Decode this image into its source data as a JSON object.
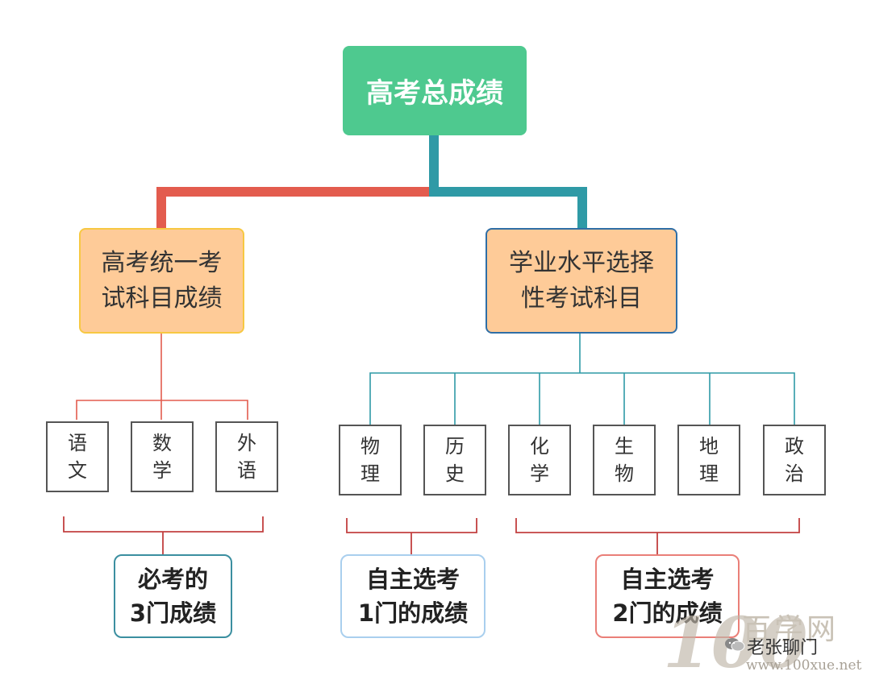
{
  "root": {
    "label": "高考总成绩"
  },
  "branches": [
    {
      "label_line1": "高考统一考",
      "label_line2": "试科目成绩",
      "color": "#e35c4e"
    },
    {
      "label_line1": "学业水平选择",
      "label_line2": "性考试科目",
      "color": "#2f9aa6"
    }
  ],
  "subjects": [
    {
      "c1": "语",
      "c2": "文"
    },
    {
      "c1": "数",
      "c2": "学"
    },
    {
      "c1": "外",
      "c2": "语"
    },
    {
      "c1": "物",
      "c2": "理"
    },
    {
      "c1": "历",
      "c2": "史"
    },
    {
      "c1": "化",
      "c2": "学"
    },
    {
      "c1": "生",
      "c2": "物"
    },
    {
      "c1": "地",
      "c2": "理"
    },
    {
      "c1": "政",
      "c2": "治"
    }
  ],
  "groups": [
    {
      "line1": "必考的",
      "line2": "3门成绩"
    },
    {
      "line1": "自主选考",
      "line2": "1门的成绩"
    },
    {
      "line1": "自主选考",
      "line2": "2门的成绩"
    }
  ],
  "watermark": {
    "logo": "100",
    "site_name": "百学网",
    "author": "老张聊门",
    "url": "www.100xue.net"
  }
}
